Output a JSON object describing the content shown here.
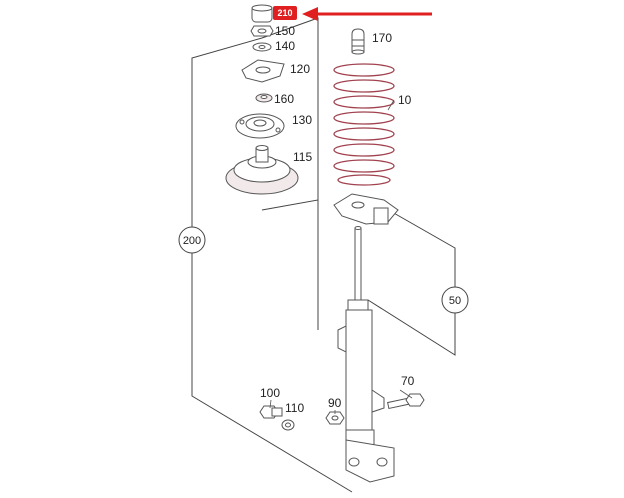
{
  "diagram": {
    "parts": [
      {
        "id": "210",
        "label": "210",
        "highlighted": true
      },
      {
        "id": "150",
        "label": "150"
      },
      {
        "id": "140",
        "label": "140"
      },
      {
        "id": "120",
        "label": "120"
      },
      {
        "id": "160",
        "label": "160"
      },
      {
        "id": "130",
        "label": "130"
      },
      {
        "id": "115",
        "label": "115"
      },
      {
        "id": "170",
        "label": "170"
      },
      {
        "id": "10",
        "label": "10"
      },
      {
        "id": "200",
        "label": "200",
        "circled": true
      },
      {
        "id": "50",
        "label": "50",
        "circled": true
      },
      {
        "id": "100",
        "label": "100"
      },
      {
        "id": "110",
        "label": "110"
      },
      {
        "id": "90",
        "label": "90"
      },
      {
        "id": "70",
        "label": "70"
      }
    ],
    "colors": {
      "highlight": "#e02020",
      "spring": "#a0424e",
      "line": "#444444"
    }
  }
}
